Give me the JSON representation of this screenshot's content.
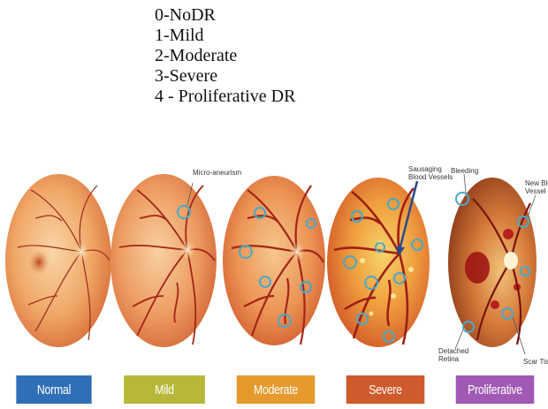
{
  "grades": [
    "0-NoDR",
    "1-Mild",
    "2-Moderate",
    "3-Severe",
    "4 - Proliferative DR"
  ],
  "stages": [
    {
      "label": "Normal",
      "color": "#2f6fb8"
    },
    {
      "label": "Mild",
      "color": "#b7b83a"
    },
    {
      "label": "Moderate",
      "color": "#e69a2e"
    },
    {
      "label": "Severe",
      "color": "#cf5a2b"
    },
    {
      "label": "Proliferative",
      "color": "#a05ab4"
    }
  ],
  "annotations": {
    "micro": "Micro-aneurism",
    "sausaging_1": "Sausaging",
    "sausaging_2": "Blood Vessels",
    "bleeding": "Bleeding",
    "new_1": "New Blo",
    "new_2": "Vessel",
    "detached_1": "Detached",
    "detached_2": "Retina",
    "scar": "Scar Tiss"
  }
}
